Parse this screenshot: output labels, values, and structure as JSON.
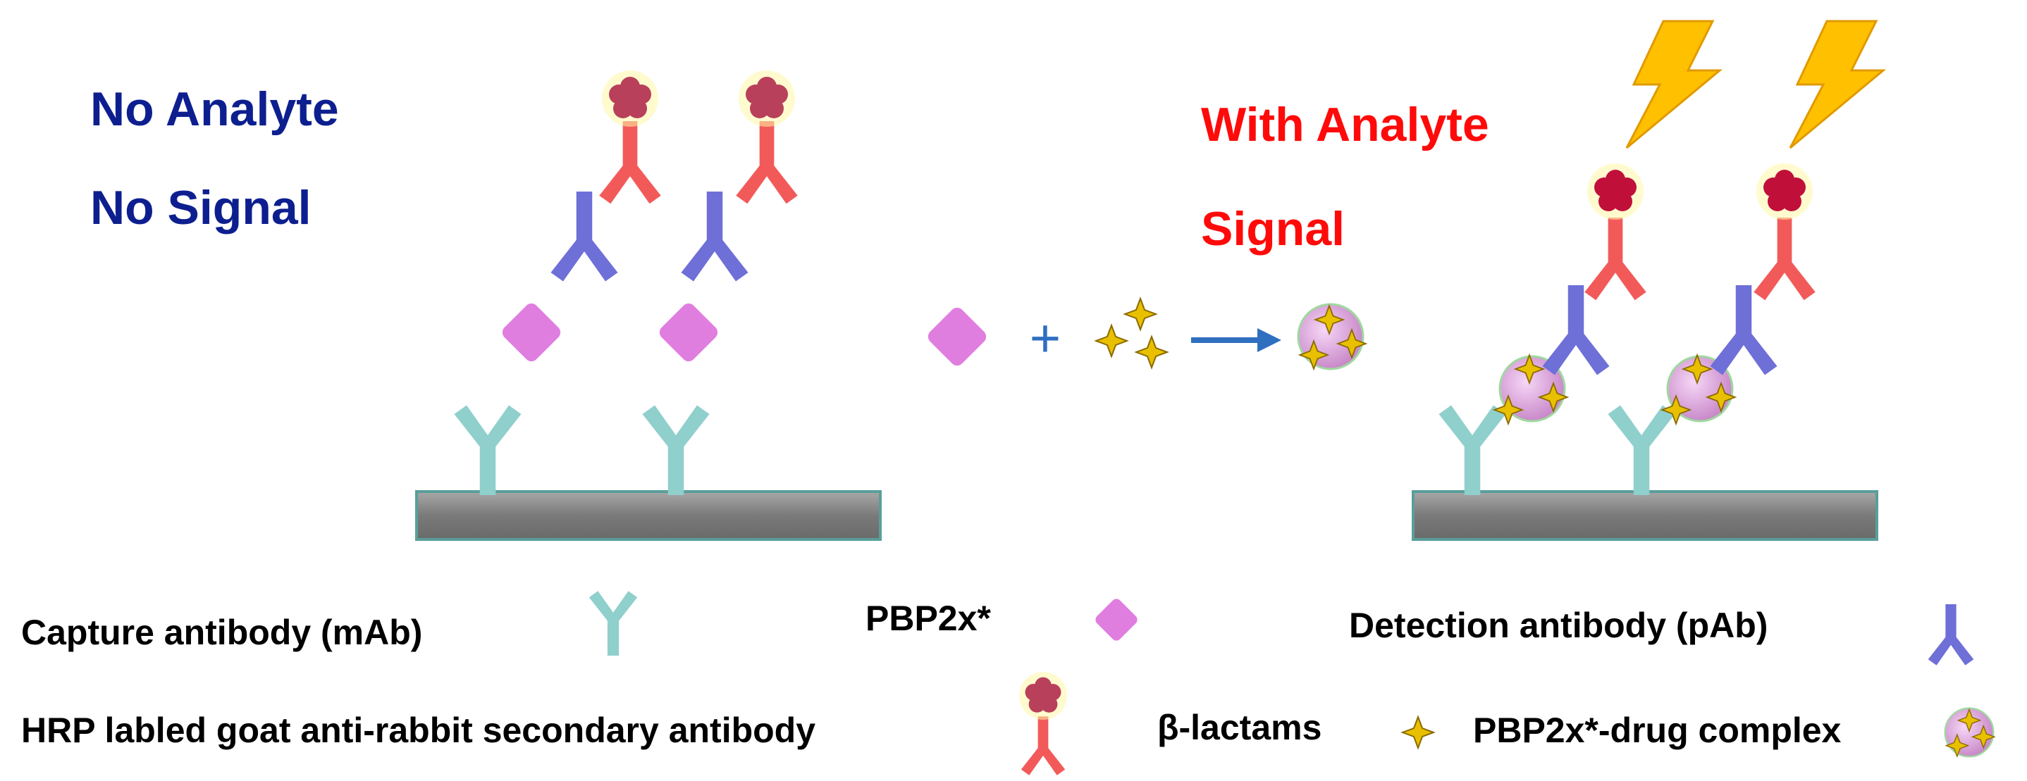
{
  "panels": {
    "no_analyte": {
      "line1": "No Analyte",
      "line2": "No Signal"
    },
    "with_analyte": {
      "line1": "With Analyte",
      "line2": "Signal"
    }
  },
  "reaction": {
    "plus": "+"
  },
  "legend": {
    "capture": "Capture antibody (mAb)",
    "pbp": "PBP2x*",
    "detection": "Detection antibody (pAb)",
    "hrp": "HRP labled goat anti-rabbit secondary antibody",
    "beta": "β-lactams",
    "complex": "PBP2x*-drug complex"
  },
  "colors": {
    "capture_antibody": "#8fcfcc",
    "detection_antibody": "#6f6fd8",
    "secondary_antibody": "#f25a5a",
    "hrp_enzyme": "#c0103a",
    "pbp_protein": "#e07ee0",
    "beta_lactam": "#e8c000",
    "lightning": "#ffc000",
    "plate": "#8c8c8c",
    "arrow": "#2f6fc0"
  }
}
